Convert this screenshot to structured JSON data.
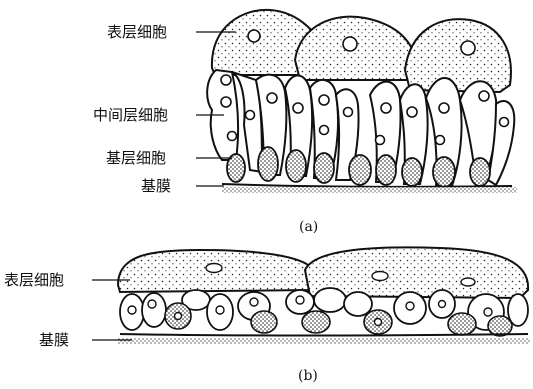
{
  "panel_a": {
    "labels": {
      "superficial": "表层细胞",
      "intermediate": "中间层细胞",
      "basal": "基层细胞",
      "membrane": "基膜"
    },
    "caption": "(a)"
  },
  "panel_b": {
    "labels": {
      "superficial": "表层细胞",
      "membrane": "基膜"
    },
    "caption": "(b)"
  }
}
